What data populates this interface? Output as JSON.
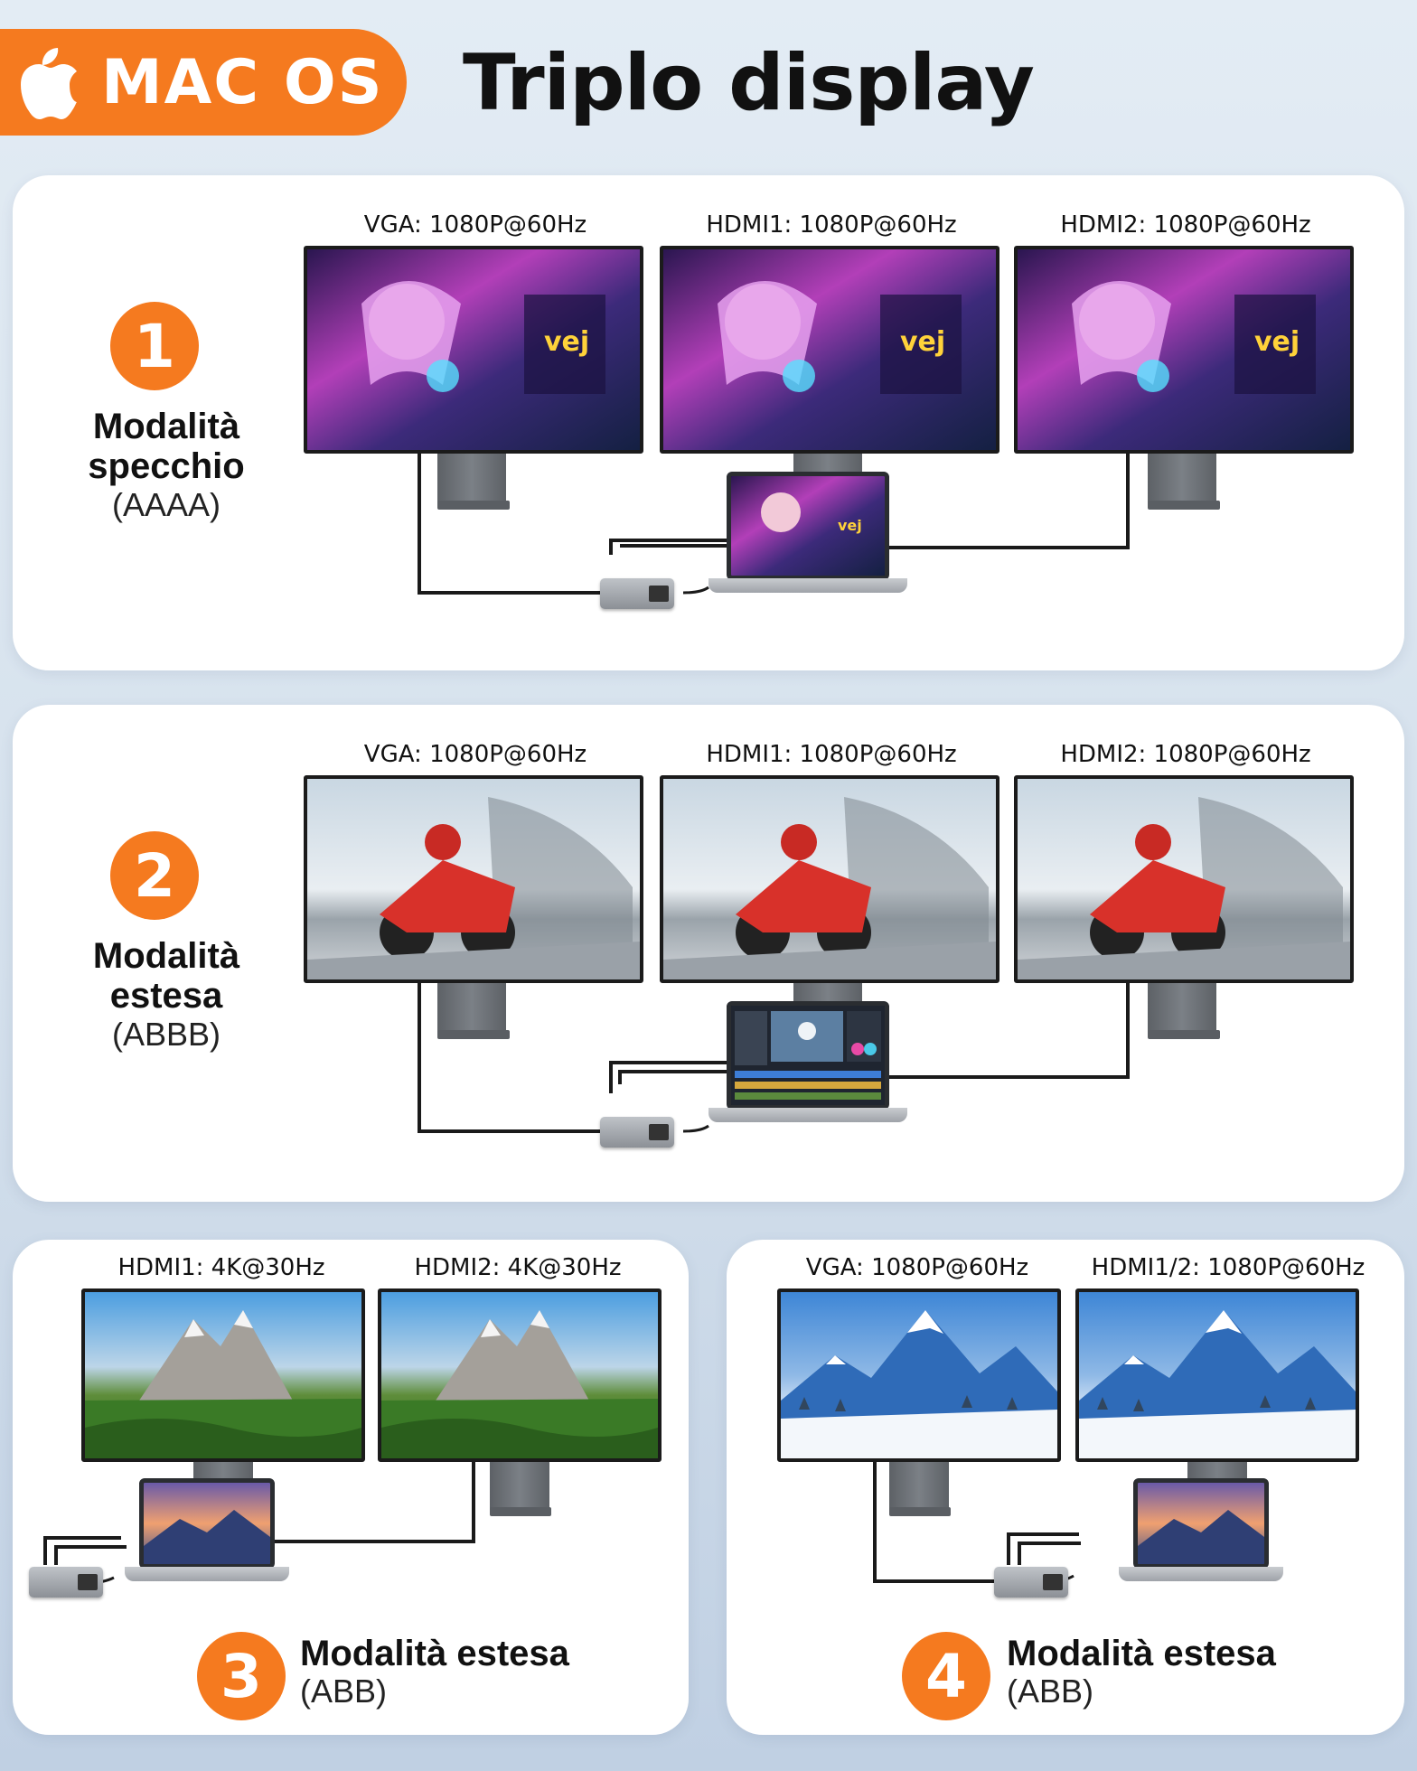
{
  "header": {
    "os_label": "MAC OS",
    "title": "Triplo display",
    "colors": {
      "accent": "#f57a1f",
      "panel": "#ffffff"
    }
  },
  "panels": [
    {
      "number": "1",
      "mode_name_line1": "Modalità",
      "mode_name_line2": "specchio",
      "mode_code": "(AAAA)",
      "monitor_labels": [
        "VGA: 1080P@60Hz",
        "HDMI1: 1080P@60Hz",
        "HDMI2: 1080P@60Hz"
      ],
      "screen_theme": "anime"
    },
    {
      "number": "2",
      "mode_name_line1": "Modalità",
      "mode_name_line2": "estesa",
      "mode_code": "(ABBB)",
      "monitor_labels": [
        "VGA: 1080P@60Hz",
        "HDMI1: 1080P@60Hz",
        "HDMI2: 1080P@60Hz"
      ],
      "screen_theme": "motorbike"
    },
    {
      "number": "3",
      "mode_name": "Modalità estesa",
      "mode_code": "(ABB)",
      "monitor_labels": [
        "HDMI1: 4K@30Hz",
        "HDMI2: 4K@30Hz"
      ],
      "screen_theme": "mountain-forest"
    },
    {
      "number": "4",
      "mode_name": "Modalità estesa",
      "mode_code": "(ABB)",
      "monitor_labels": [
        "VGA: 1080P@60Hz",
        "HDMI1/2: 1080P@60Hz"
      ],
      "screen_theme": "snow-mountain"
    }
  ]
}
